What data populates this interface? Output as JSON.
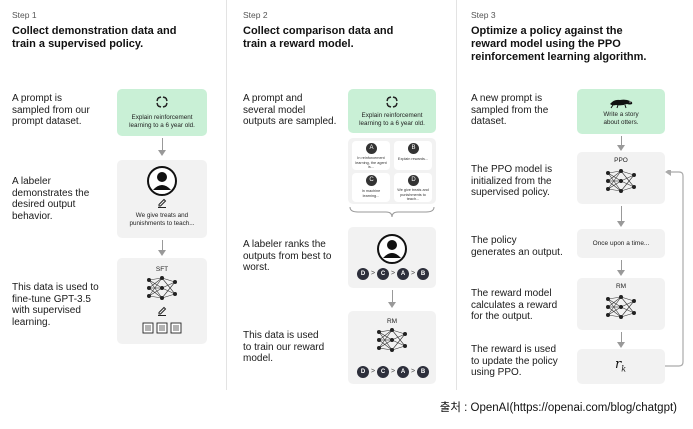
{
  "steps": [
    {
      "label": "Step 1",
      "title": "Collect demonstration data and train a supervised policy.",
      "descriptions": [
        "A prompt is sampled from our prompt dataset.",
        "A labeler demonstrates the desired output behavior.",
        "This data is used to fine-tune GPT-3.5 with supervised learning."
      ],
      "prompt_box": "Explain reinforcement learning to a 6 year old.",
      "demo_box": "We give treats and punishments to teach...",
      "model_label": "SFT"
    },
    {
      "label": "Step 2",
      "title": "Collect comparison data and train a reward model.",
      "descriptions": [
        "A prompt and several model outputs are sampled.",
        "A labeler ranks the outputs from best to worst.",
        "This data is used to train our reward model."
      ],
      "prompt_box": "Explain reinforcement learning to a 6 year old.",
      "outputs": [
        {
          "letter": "A",
          "text": "In reinforcement learning, the agent is..."
        },
        {
          "letter": "B",
          "text": "Explain rewards..."
        },
        {
          "letter": "C",
          "text": "In machine learning..."
        },
        {
          "letter": "D",
          "text": "We give treats and punishments to teach..."
        }
      ],
      "ranking": [
        "D",
        ">",
        "C",
        ">",
        "A",
        ">",
        "B"
      ],
      "model_label": "RM"
    },
    {
      "label": "Step 3",
      "title": "Optimize a policy against the reward model using the PPO reinforcement learning algorithm.",
      "descriptions": [
        "A new prompt is sampled from the dataset.",
        "The PPO model is initialized from the supervised policy.",
        "The policy generates an output.",
        "The reward model calculates a reward for the output.",
        "The reward is used to update the policy using PPO."
      ],
      "prompt_box": "Write a story about otters.",
      "ppo_label": "PPO",
      "output_box": "Once upon a time...",
      "rm_label": "RM",
      "reward_symbol": "r",
      "reward_subscript": "k"
    }
  ],
  "caption": "출처 : OpenAI(https://openai.com/blog/chatgpt)"
}
